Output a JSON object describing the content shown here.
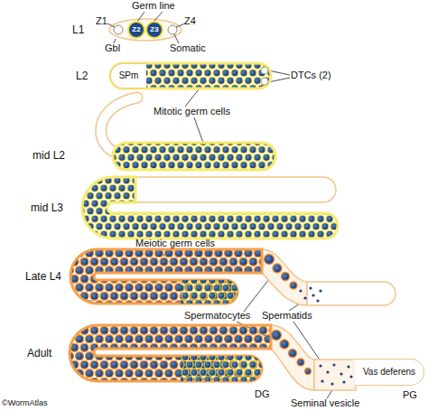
{
  "diagram": {
    "nodes": [
      {
        "text": [
          "Z2"
        ]
      },
      {
        "text": [
          "Z3"
        ]
      },
      {
        "text": [
          "SPm"
        ]
      },
      {
        "text": [
          "Vas deferens"
        ]
      }
    ],
    "labels": [
      "Germ line",
      "L1",
      "Z1",
      "Z4",
      "Gbl",
      "Somatic",
      "L2",
      "DTCs (2)",
      "Mitotic germ cells",
      "mid L2",
      "mid L3",
      "Meiotic germ cells",
      "Late L4",
      "Spermatocytes",
      "Spermatids",
      "Adult",
      "Seminal vesicle",
      "DG",
      "PG",
      "©WormAtlas"
    ]
  }
}
